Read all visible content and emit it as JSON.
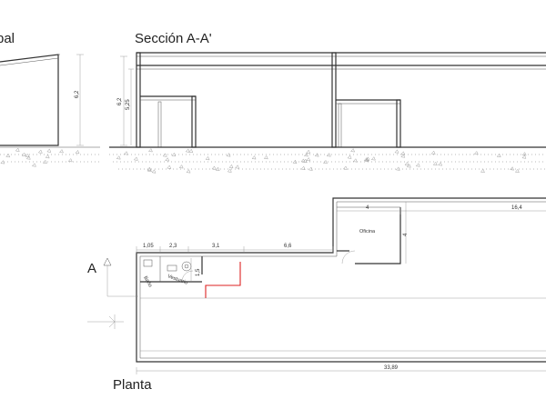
{
  "titles": {
    "side_view": "pal",
    "section": "Sección A-A'",
    "plan": "Planta"
  },
  "section_dims": {
    "side_height": "6,2",
    "section_height_a": "6,2",
    "section_height_b": "5,25"
  },
  "plan_dims": {
    "d1": "1,05",
    "d2": "2,3",
    "d3": "3,1",
    "d4": "6,6",
    "office_width": "4",
    "office_depth": "4",
    "right_width": "16,4",
    "wc_depth": "1,5",
    "total_length": "33,89"
  },
  "rooms": {
    "office": "Oficina",
    "vestuario": "Vestuario",
    "bano": "Baño"
  },
  "markers": {
    "section_letter": "A"
  }
}
